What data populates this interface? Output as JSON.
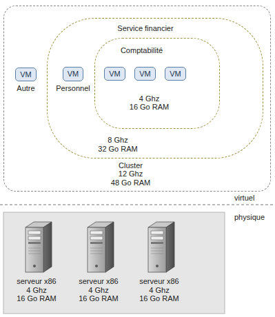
{
  "diagram": {
    "nodes": [
      {
        "text": [
          "Cluster 12 Ghz 48 Go RAM"
        ]
      },
      {
        "text": [
          "VM",
          "Autre"
        ],
        "in": 0
      },
      {
        "text": [
          "Service financier",
          "8 Ghz 32 Go RAM"
        ],
        "in": 0
      },
      {
        "text": [
          "VM",
          "Personnel"
        ],
        "in": 2
      },
      {
        "text": [
          "Comptabilité",
          "4 Ghz 16 Go RAM"
        ],
        "in": 2
      },
      {
        "text": [
          "VM"
        ],
        "in": 4
      },
      {
        "text": [
          "VM"
        ],
        "in": 4
      },
      {
        "text": [
          "VM"
        ],
        "in": 4
      },
      {
        "text": [
          "serveur x86 4 Ghz 16 Go RAM"
        ]
      },
      {
        "text": [
          "serveur x86 4 Ghz 16 Go RAM"
        ]
      },
      {
        "text": [
          "serveur x86 4 Ghz 16 Go RAM"
        ]
      }
    ],
    "labels": [
      "virtuel",
      "physique"
    ]
  }
}
